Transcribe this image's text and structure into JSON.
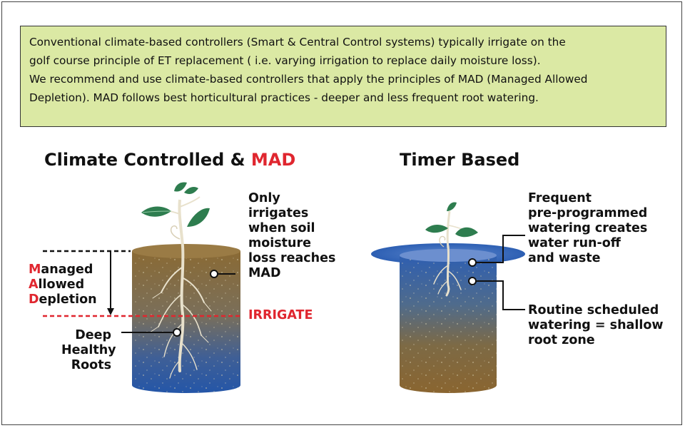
{
  "intro": {
    "lines": [
      "Conventional climate-based controllers (Smart & Central Control systems) typically irrigate on the",
      "golf course principle of ET replacement ( i.e. varying irrigation to replace daily moisture loss).",
      "We recommend and use climate-based controllers that apply the principles of MAD (Managed Allowed",
      "Depletion).  MAD follows best horticultural practices - deeper and less frequent root watering."
    ]
  },
  "left_panel": {
    "heading": "Climate Controlled & ",
    "heading_accent": "MAD",
    "callout_lines": [
      "Only",
      "irrigates",
      "when soil",
      "moisture",
      "loss reaches",
      "MAD"
    ],
    "mad_legend": [
      {
        "letter": "M",
        "rest": "anaged"
      },
      {
        "letter": "A",
        "rest": "llowed"
      },
      {
        "letter": "D",
        "rest": "epletion"
      }
    ],
    "irrigate_label": "IRRIGATE",
    "roots_lines": [
      "Deep",
      "Healthy",
      "Roots"
    ]
  },
  "right_panel": {
    "heading": "Timer Based",
    "callout_top_lines": [
      "Frequent",
      "pre-programmed",
      "watering creates",
      "water run-off",
      "and waste"
    ],
    "callout_bottom_lines": [
      "Routine scheduled",
      "watering = shallow",
      "root zone"
    ]
  },
  "colors": {
    "red_accent": "#e0262f",
    "intro_background": "#dbe9a4",
    "soil_brown": "#8a6a34",
    "water_blue": "#2f5fb0",
    "leaf_green": "#2e7d4f"
  }
}
